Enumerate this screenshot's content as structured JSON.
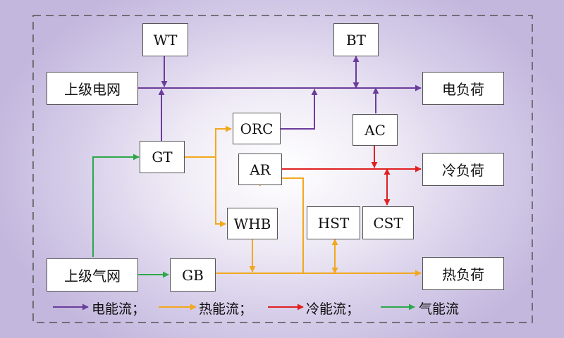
{
  "nodes": {
    "wt": "WT",
    "bt": "BT",
    "grid_power": "上级电网",
    "elec_load": "电负荷",
    "orc": "ORC",
    "ac": "AC",
    "gt": "GT",
    "ar": "AR",
    "cool_load": "冷负荷",
    "whb": "WHB",
    "hst": "HST",
    "cst": "CST",
    "grid_gas": "上级气网",
    "gb": "GB",
    "heat_load": "热负荷"
  },
  "legend": {
    "electric": "电能流；",
    "heat": "热能流；",
    "cold": "冷能流；",
    "gas": "气能流"
  },
  "colors": {
    "electric": "#6a3d9a",
    "heat": "#f2a81d",
    "cold": "#e02020",
    "gas": "#2ea84a"
  }
}
